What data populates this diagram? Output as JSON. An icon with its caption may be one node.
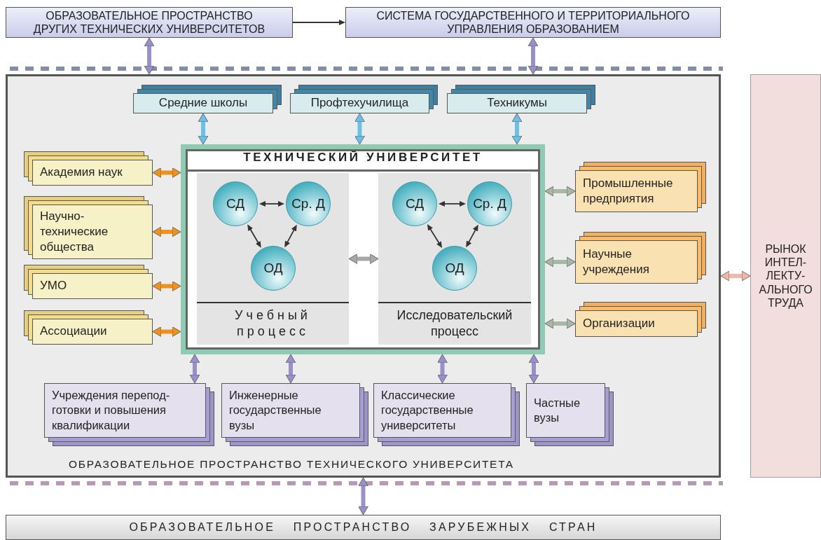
{
  "diagram": {
    "nodes": [
      {
        "text": [
          "ОБРАЗОВАТЕЛЬНОЕ ПРОСТРАНСТВО ДРУГИХ ТЕХНИЧЕСКИХ УНИВЕРСИТЕТОВ"
        ]
      },
      {
        "text": [
          "СИСТЕМА ГОСУДАРСТВЕННОГО И ТЕРРИТОРИАЛЬНОГО УПРАВЛЕНИЯ ОБРАЗОВАНИЕМ"
        ]
      },
      {
        "text": [
          "ОБРАЗОВАТЕЛЬНОЕ ПРОСТРАНСТВО ТЕХНИЧЕСКОГО УНИВЕРСИТЕТА"
        ]
      },
      {
        "text": [
          "Средние школы"
        ],
        "in": 2
      },
      {
        "text": [
          "Профтехучилища"
        ],
        "in": 2
      },
      {
        "text": [
          "Техникумы"
        ],
        "in": 2
      },
      {
        "text": [
          "Академия наук"
        ],
        "in": 2
      },
      {
        "text": [
          "Научно-технические общества"
        ],
        "in": 2
      },
      {
        "text": [
          "УМО"
        ],
        "in": 2
      },
      {
        "text": [
          "Ассоциации"
        ],
        "in": 2
      },
      {
        "text": [
          "ТЕХНИЧЕСКИЙ УНИВЕРСИТЕТ"
        ],
        "in": 2
      },
      {
        "text": [
          "Учебный процесс"
        ],
        "in": 10
      },
      {
        "text": [
          "СД"
        ],
        "in": 11
      },
      {
        "text": [
          "Ср. Д"
        ],
        "in": 11
      },
      {
        "text": [
          "ОД"
        ],
        "in": 11
      },
      {
        "text": [
          "Исследовательский процесс"
        ],
        "in": 10
      },
      {
        "text": [
          "СД"
        ],
        "in": 15
      },
      {
        "text": [
          "Ср. Д"
        ],
        "in": 15
      },
      {
        "text": [
          "ОД"
        ],
        "in": 15
      },
      {
        "text": [
          "Промышленные предприятия"
        ],
        "in": 2
      },
      {
        "text": [
          "Научные учреждения"
        ],
        "in": 2
      },
      {
        "text": [
          "Организации"
        ],
        "in": 2
      },
      {
        "text": [
          "Учреждения перепод- готовки и повышения квалификации"
        ],
        "in": 2
      },
      {
        "text": [
          "Инженерные государственные вузы"
        ],
        "in": 2
      },
      {
        "text": [
          "Классические государственные университеты"
        ],
        "in": 2
      },
      {
        "text": [
          "Частные вузы"
        ],
        "in": 2
      },
      {
        "text": [
          "РЫНОК ИНТЕЛ- ЛЕКТУ- АЛЬНОГО ТРУДА"
        ]
      },
      {
        "text": [
          "ОБРАЗОВАТЕЛЬНОЕ ПРОСТРАНСТВО ЗАРУБЕЖНЫХ СТРАН"
        ]
      }
    ],
    "edges": [
      {
        "from": 0,
        "to": 1,
        "arrow": "to"
      },
      {
        "from": 0,
        "to": 2,
        "arrow": "both",
        "color": "#9a90c8"
      },
      {
        "from": 1,
        "to": 2,
        "arrow": "both",
        "color": "#9a90c8"
      },
      {
        "from": 3,
        "to": 10,
        "arrow": "both",
        "color": "#6cc0e8"
      },
      {
        "from": 4,
        "to": 10,
        "arrow": "both",
        "color": "#6cc0e8"
      },
      {
        "from": 5,
        "to": 10,
        "arrow": "both",
        "color": "#6cc0e8"
      },
      {
        "from": 6,
        "to": 10,
        "arrow": "both",
        "color": "#f0901e"
      },
      {
        "from": 7,
        "to": 10,
        "arrow": "both",
        "color": "#f0901e"
      },
      {
        "from": 8,
        "to": 10,
        "arrow": "both",
        "color": "#f0901e"
      },
      {
        "from": 9,
        "to": 10,
        "arrow": "both",
        "color": "#f0901e"
      },
      {
        "from": 12,
        "to": 13,
        "arrow": "both"
      },
      {
        "from": 12,
        "to": 14,
        "arrow": "both"
      },
      {
        "from": 13,
        "to": 14,
        "arrow": "both"
      },
      {
        "from": 11,
        "to": 15,
        "arrow": "both",
        "color": "#a8a8a8"
      },
      {
        "from": 16,
        "to": 17,
        "arrow": "both"
      },
      {
        "from": 16,
        "to": 18,
        "arrow": "both"
      },
      {
        "from": 17,
        "to": 18,
        "arrow": "both"
      },
      {
        "from": 10,
        "to": 19,
        "arrow": "both",
        "color": "#a8b8a8"
      },
      {
        "from": 10,
        "to": 20,
        "arrow": "both",
        "color": "#a8b8a8"
      },
      {
        "from": 10,
        "to": 21,
        "arrow": "both",
        "color": "#a8b8a8"
      },
      {
        "from": 10,
        "to": 22,
        "arrow": "both",
        "color": "#9a90c8"
      },
      {
        "from": 10,
        "to": 23,
        "arrow": "both",
        "color": "#9a90c8"
      },
      {
        "from": 10,
        "to": 24,
        "arrow": "both",
        "color": "#9a90c8"
      },
      {
        "from": 10,
        "to": 25,
        "arrow": "both",
        "color": "#9a90c8"
      },
      {
        "from": 2,
        "to": 26,
        "arrow": "both",
        "color": "#f0b8a8"
      },
      {
        "from": 2,
        "to": 27,
        "arrow": "both",
        "color": "#9a90c8"
      }
    ]
  }
}
